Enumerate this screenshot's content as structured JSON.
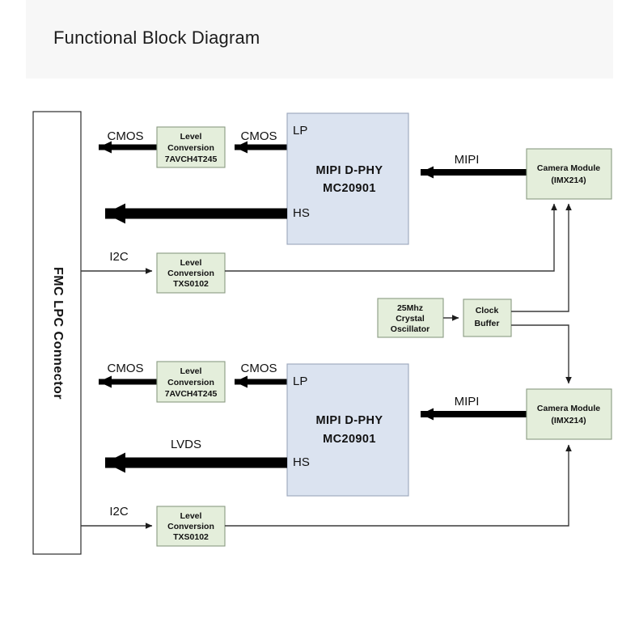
{
  "header": {
    "title": "Functional Block Diagram",
    "band_color": "#f7f7f7"
  },
  "colors": {
    "block_green_fill": "#e4eedb",
    "block_green_stroke": "#8a9a82",
    "block_blue_fill": "#dbe3f0",
    "block_blue_stroke": "#9aa6bb",
    "block_white_fill": "#ffffff",
    "block_white_stroke": "#2b2b2b",
    "wire": "#3a3a3a",
    "bus": "#000000",
    "text": "#111111"
  },
  "diagram": {
    "type": "block-diagram",
    "description": "Dual MIPI camera FMC module block diagram",
    "connector": {
      "label": "FMC LPC Connector",
      "orientation": "vertical"
    },
    "blocks": [
      {
        "id": "level-conv-top",
        "lines": [
          "Level",
          "Conversion",
          "7AVCH4T245"
        ],
        "style": "green"
      },
      {
        "id": "mipi-dphy-top",
        "lines": [
          "MIPI D-PHY",
          "MC20901"
        ],
        "style": "blue",
        "ports": [
          "LP",
          "HS"
        ]
      },
      {
        "id": "camera-top",
        "lines": [
          "Camera Module",
          "(IMX214)"
        ],
        "style": "green"
      },
      {
        "id": "i2c-conv-top",
        "lines": [
          "Level",
          "Conversion",
          "TXS0102"
        ],
        "style": "green"
      },
      {
        "id": "crystal-osc",
        "lines": [
          "25Mhz",
          "Crystal",
          "Oscillator"
        ],
        "style": "green"
      },
      {
        "id": "clock-buffer",
        "lines": [
          "Clock",
          "Buffer"
        ],
        "style": "green"
      },
      {
        "id": "level-conv-bottom",
        "lines": [
          "Level",
          "Conversion",
          "7AVCH4T245"
        ],
        "style": "green"
      },
      {
        "id": "mipi-dphy-bottom",
        "lines": [
          "MIPI D-PHY",
          "MC20901"
        ],
        "style": "blue",
        "ports": [
          "LP",
          "HS"
        ]
      },
      {
        "id": "camera-bottom",
        "lines": [
          "Camera Module",
          "(IMX214)"
        ],
        "style": "green"
      },
      {
        "id": "i2c-conv-bottom",
        "lines": [
          "Level",
          "Conversion",
          "TXS0102"
        ],
        "style": "green"
      }
    ],
    "signals": {
      "cmos_top_left": "CMOS",
      "cmos_top_right": "CMOS",
      "mipi_top": "MIPI",
      "i2c_top": "I2C",
      "cmos_bottom_left": "CMOS",
      "cmos_bottom_right": "CMOS",
      "lvds_bottom": "LVDS",
      "mipi_bottom": "MIPI",
      "i2c_bottom": "I2C"
    },
    "text": {
      "connector_label": "FMC LPC Connector",
      "level_line1": "Level",
      "level_line2": "Conversion",
      "level_part_cmos": "7AVCH4T245",
      "level_part_i2c": "TXS0102",
      "dphy_line1": "MIPI D-PHY",
      "dphy_line2": "MC20901",
      "camera_line1": "Camera Module",
      "camera_line2": "(IMX214)",
      "osc_line1": "25Mhz",
      "osc_line2": "Crystal",
      "osc_line3": "Oscillator",
      "clkbuf_line1": "Clock",
      "clkbuf_line2": "Buffer",
      "port_lp": "LP",
      "port_hs": "HS"
    }
  }
}
